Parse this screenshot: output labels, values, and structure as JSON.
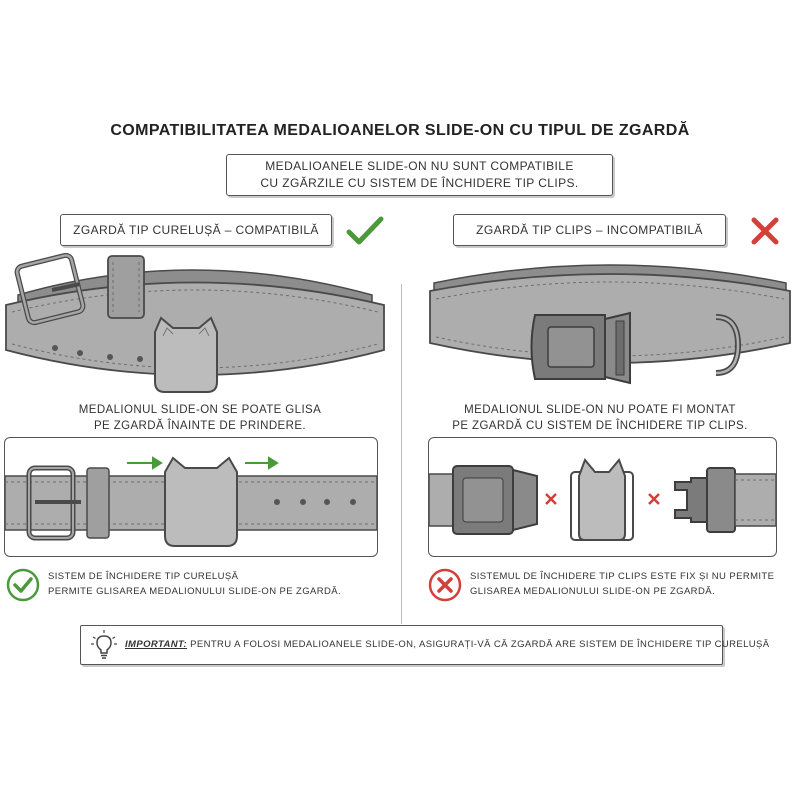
{
  "title": "COMPATIBILITATEA MEDALIOANELOR SLIDE-ON CU TIPUL DE ZGARDĂ",
  "notice": {
    "line1": "MEDALIOANELE SLIDE-ON NU SUNT COMPATIBILE",
    "line2": "CU ZGĂRZILE CU SISTEM DE ÎNCHIDERE TIP CLIPS."
  },
  "left": {
    "header": "ZGARDĂ TIP CURELUȘĂ – COMPATIBILĂ",
    "caption_line1": "MEDALIONUL SLIDE-ON SE POATE GLISA",
    "caption_line2": "PE ZGARDĂ ÎNAINTE DE PRINDERE.",
    "result_line1": "SISTEM DE ÎNCHIDERE TIP CURELUȘĂ",
    "result_line2": "PERMITE GLISAREA MEDALIONULUI SLIDE-ON PE ZGARDĂ.",
    "status_color": "#4a9a3c"
  },
  "right": {
    "header": "ZGARDĂ TIP CLIPS – INCOMPATIBILĂ",
    "caption_line1": "MEDALIONUL SLIDE-ON NU POATE FI MONTAT",
    "caption_line2": "PE ZGARDĂ CU SISTEM DE ÎNCHIDERE TIP CLIPS.",
    "result_line1": "SISTEMUL DE ÎNCHIDERE TIP CLIPS ESTE FIX ȘI NU PERMITE",
    "result_line2": "GLISAREA MEDALIONULUI SLIDE-ON PE ZGARDĂ.",
    "status_color": "#d2403a"
  },
  "important": {
    "label": "IMPORTANT:",
    "text": "PENTRU A FOLOSI MEDALIOANELE SLIDE-ON, ASIGURAȚI-VĂ CĂ ZGARDĂ ARE SISTEM DE ÎNCHIDERE TIP CURELUȘĂ",
    "icon": "lightbulb-icon"
  },
  "colors": {
    "leather": "#a9a9a9",
    "leather_dark": "#8a8a8a",
    "metal": "#9c9c9c",
    "outline": "#4a4a4a"
  }
}
